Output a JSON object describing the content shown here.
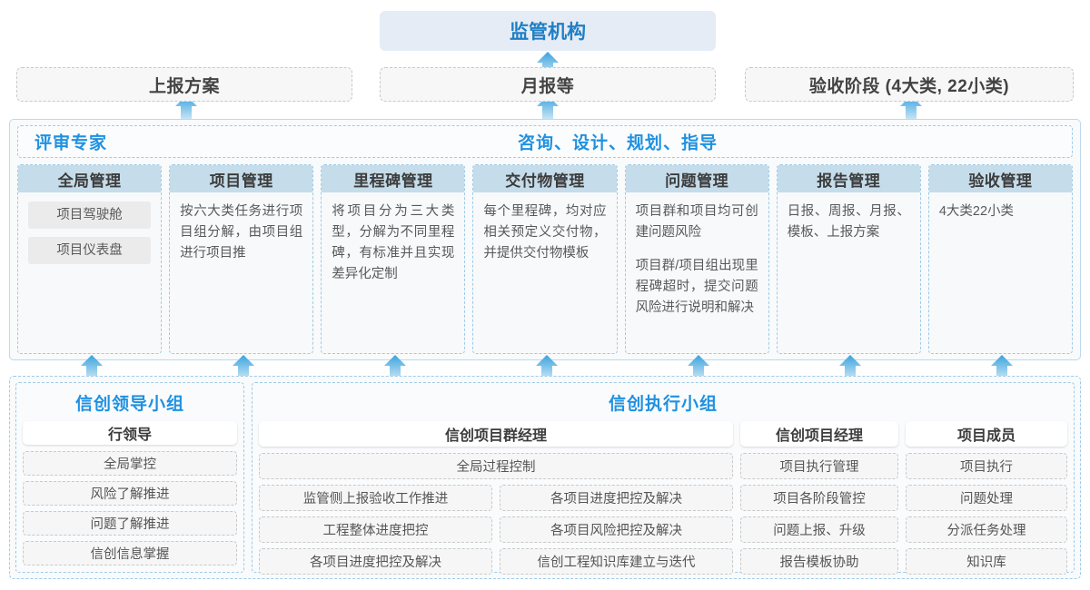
{
  "top": {
    "authority": "监管机构",
    "submissions": [
      {
        "label": "上报方案"
      },
      {
        "label": "月报等"
      },
      {
        "label": "验收阶段 (4大类, 22小类)"
      }
    ]
  },
  "middle": {
    "band_left": "评审专家",
    "band_center": "咨询、设计、规划、指导",
    "columns": [
      {
        "title": "全局管理",
        "pills": [
          "项目驾驶舱",
          "项目仪表盘"
        ],
        "paragraphs": []
      },
      {
        "title": "项目管理",
        "pills": [],
        "paragraphs": [
          "按六大类任务进行项目组分解，由项目组进行项目推"
        ]
      },
      {
        "title": "里程碑管理",
        "pills": [],
        "paragraphs": [
          "将项目分为三大类型，分解为不同里程碑，有标准并且实现差异化定制"
        ]
      },
      {
        "title": "交付物管理",
        "pills": [],
        "paragraphs": [
          "每个里程碑，均对应相关预定义交付物，并提供交付物模板"
        ]
      },
      {
        "title": "问题管理",
        "pills": [],
        "paragraphs": [
          "项目群和项目均可创建问题风险",
          "项目群/项目组出现里程碑超时，提交问题风险进行说明和解决"
        ]
      },
      {
        "title": "报告管理",
        "pills": [],
        "paragraphs": [
          "日报、周报、月报、模板、上报方案"
        ]
      },
      {
        "title": "验收管理",
        "pills": [],
        "paragraphs": [
          "4大类22小类"
        ]
      }
    ]
  },
  "bottom": {
    "leading_group": {
      "title": "信创领导小组",
      "role": "行领导",
      "items": [
        "全局掌控",
        "风险了解推进",
        "问题了解推进",
        "信创信息掌握"
      ]
    },
    "exec_group": {
      "title": "信创执行小组",
      "program_manager": {
        "role": "信创项目群经理",
        "wide_item": "全局过程控制",
        "left_items": [
          "监管侧上报验收工作推进",
          "工程整体进度把控",
          "各项目进度把控及解决"
        ],
        "right_items": [
          "各项目进度把控及解决",
          "各项目风险把控及解决",
          "信创工程知识库建立与迭代"
        ]
      },
      "project_manager": {
        "role": "信创项目经理",
        "items": [
          "项目执行管理",
          "项目各阶段管控",
          "问题上报、升级",
          "报告模板协助"
        ]
      },
      "member": {
        "role": "项目成员",
        "items": [
          "项目执行",
          "问题处理",
          "分派任务处理",
          "知识库"
        ]
      }
    }
  },
  "icons": {
    "arrow_up": "arrow-up-icon"
  },
  "colors": {
    "accent_blue": "#1f91e0",
    "header_blue": "#c5dcea",
    "authority_bg": "#e6ecf6",
    "panel_border": "#bcd9ee"
  }
}
